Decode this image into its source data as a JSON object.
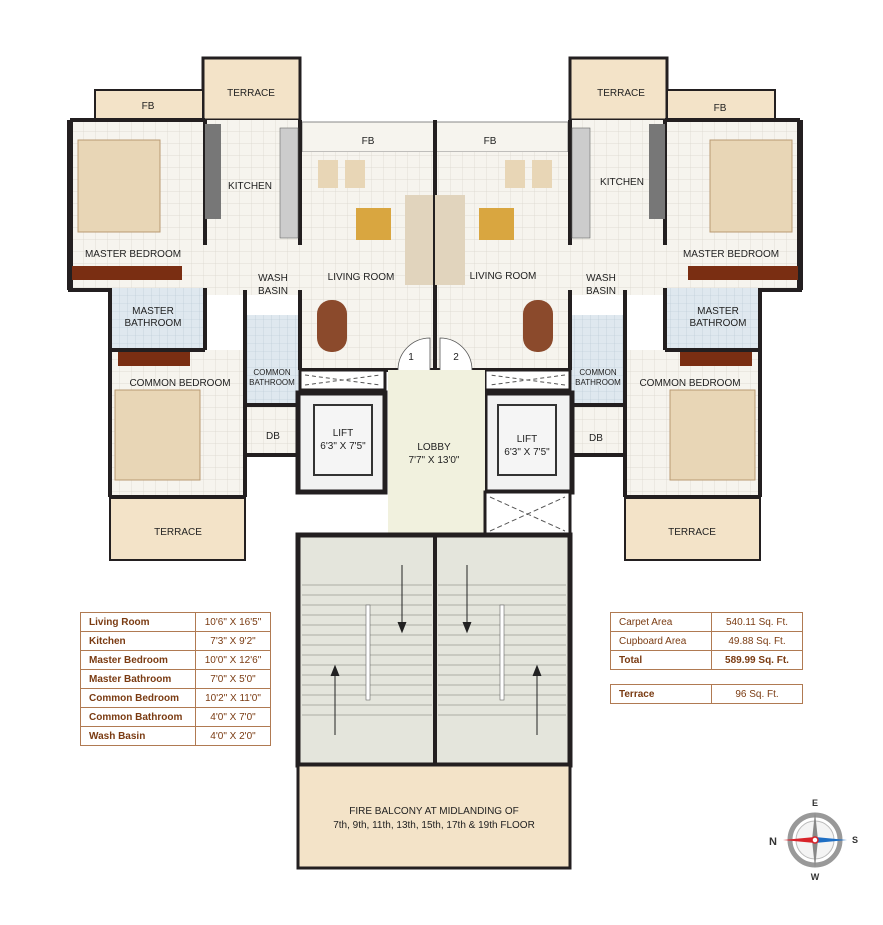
{
  "plan": {
    "left_unit": {
      "fb_top": "FB",
      "terrace_top": "TERRACE",
      "kitchen": "KITCHEN",
      "master_bedroom": "MASTER BEDROOM",
      "wash_basin_1": "WASH",
      "wash_basin_2": "BASIN",
      "living_room": "LIVING ROOM",
      "fb_living": "FB",
      "master_bathroom_1": "MASTER",
      "master_bathroom_2": "BATHROOM",
      "common_bathroom_1": "COMMON",
      "common_bathroom_2": "BATHROOM",
      "common_bedroom": "COMMON BEDROOM",
      "db": "DB",
      "terrace_bottom": "TERRACE",
      "lift": "LIFT",
      "lift_size": "6'3\" X 7'5\"",
      "door_number": "1"
    },
    "right_unit": {
      "fb_top": "FB",
      "terrace_top": "TERRACE",
      "kitchen": "KITCHEN",
      "master_bedroom": "MASTER BEDROOM",
      "wash_basin_1": "WASH",
      "wash_basin_2": "BASIN",
      "living_room": "LIVING ROOM",
      "fb_living": "FB",
      "master_bathroom_1": "MASTER",
      "master_bathroom_2": "BATHROOM",
      "common_bathroom_1": "COMMON",
      "common_bathroom_2": "BATHROOM",
      "common_bedroom": "COMMON BEDROOM",
      "db": "DB",
      "terrace_bottom": "TERRACE",
      "lift": "LIFT",
      "lift_size": "6'3\" X 7'5\"",
      "door_number": "2"
    },
    "lobby": "LOBBY",
    "lobby_size": "7'7\" X 13'0\"",
    "fire_balcony_1": "FIRE BALCONY AT MIDLANDING OF",
    "fire_balcony_2": "7th, 9th, 11th, 13th, 15th, 17th & 19th FLOOR"
  },
  "room_sizes": [
    {
      "room": "Living Room",
      "size": "10'6\" X 16'5\""
    },
    {
      "room": "Kitchen",
      "size": "7'3\" X 9'2\""
    },
    {
      "room": "Master Bedroom",
      "size": "10'0\" X 12'6\""
    },
    {
      "room": "Master Bathroom",
      "size": "7'0\" X 5'0\""
    },
    {
      "room": "Common Bedroom",
      "size": "10'2\" X 11'0\""
    },
    {
      "room": "Common Bathroom",
      "size": "4'0\" X 7'0\""
    },
    {
      "room": "Wash Basin",
      "size": "4'0\" X 2'0\""
    }
  ],
  "areas": [
    {
      "label": "Carpet Area",
      "value": "540.11 Sq. Ft."
    },
    {
      "label": "Cupboard Area",
      "value": "49.88 Sq. Ft."
    },
    {
      "label": "Total",
      "value": "589.99 Sq. Ft."
    }
  ],
  "terrace_area": {
    "label": "Terrace",
    "value": "96 Sq. Ft."
  },
  "compass": {
    "north": "N",
    "south": "S",
    "east": "E",
    "west": "W"
  },
  "colors": {
    "wall": "#231f20",
    "terrace": "#f3e3c8",
    "table_text": "#7a3b12",
    "compass_north": "#d8232a",
    "compass_south": "#1f6fc4"
  }
}
